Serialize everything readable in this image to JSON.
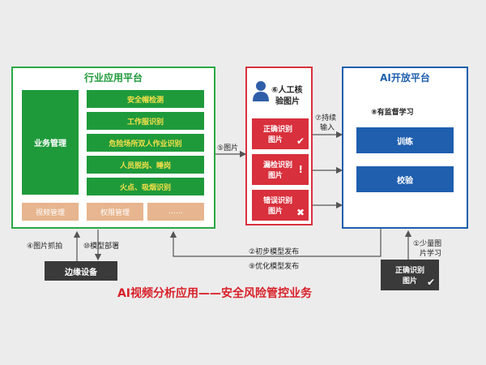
{
  "industry_platform": {
    "title": "行业应用平台",
    "business_mgmt": "业务管理",
    "items": [
      "安全帽检测",
      "工作服识别",
      "危险场所双人作业识别",
      "人员脱岗、睡岗",
      "火点、吸烟识别"
    ],
    "bottom": [
      "视频管理",
      "权限管理",
      "......"
    ]
  },
  "review": {
    "title_line1": "⑥人工核",
    "title_line2": "验图片",
    "cards": [
      {
        "line1": "正确识别",
        "line2": "图片",
        "mark": "✔"
      },
      {
        "line1": "漏检识别",
        "line2": "图片",
        "mark": "!"
      },
      {
        "line1": "错误识别",
        "line2": "图片",
        "mark": "✖"
      }
    ]
  },
  "ai_platform": {
    "title": "AI开放平台",
    "supervised": "⑧有监督学习",
    "train": "训练",
    "verify": "校验"
  },
  "edge_device": "边缘设备",
  "correct_images_box": {
    "line1": "正确识别",
    "line2": "图片",
    "mark": "✔"
  },
  "labels": {
    "step5": "⑤图片",
    "step7_line1": "⑦持续",
    "step7_line2": "输入",
    "step4": "④图片抓拍",
    "step10": "⑩模型部署",
    "step2": "②初步模型发布",
    "step9": "⑨优化模型发布",
    "step1_line1": "①少量图",
    "step1_line2": "片学习"
  },
  "caption": "AI视频分析应用——安全风险管控业务",
  "colors": {
    "green": "#2aa845",
    "red": "#d8303c",
    "blue": "#1f5fae",
    "caption": "#d8202a"
  }
}
